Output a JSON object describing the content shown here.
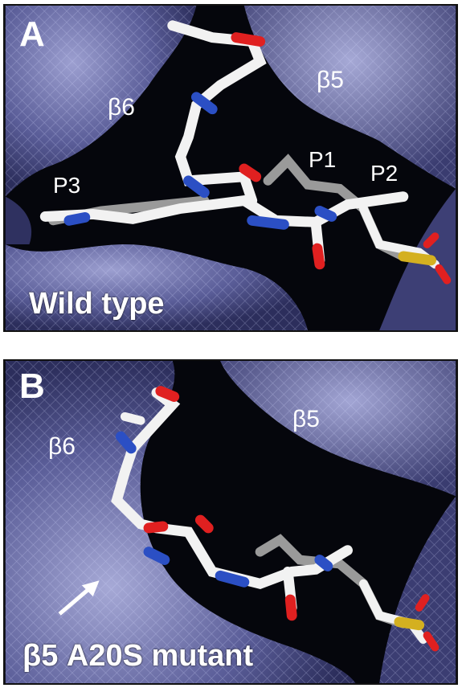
{
  "panels": [
    {
      "letter": "A",
      "caption": "Wild type",
      "regions": [
        "β6",
        "β5"
      ],
      "pockets": [
        "P3",
        "P1",
        "P2"
      ]
    },
    {
      "letter": "B",
      "caption": "β5 A20S mutant",
      "regions": [
        "β6",
        "β5"
      ]
    }
  ],
  "colors": {
    "surface": "#6b6ea8",
    "surface_dark": "#2f3160",
    "cavity": "#05060c",
    "carbon_white": "#f2f2f2",
    "carbon_grey": "#9a9a9a",
    "nitrogen": "#2b4fc4",
    "oxygen": "#e02020",
    "sulfur": "#d4b020"
  },
  "icons": [
    "arrow-icon"
  ]
}
